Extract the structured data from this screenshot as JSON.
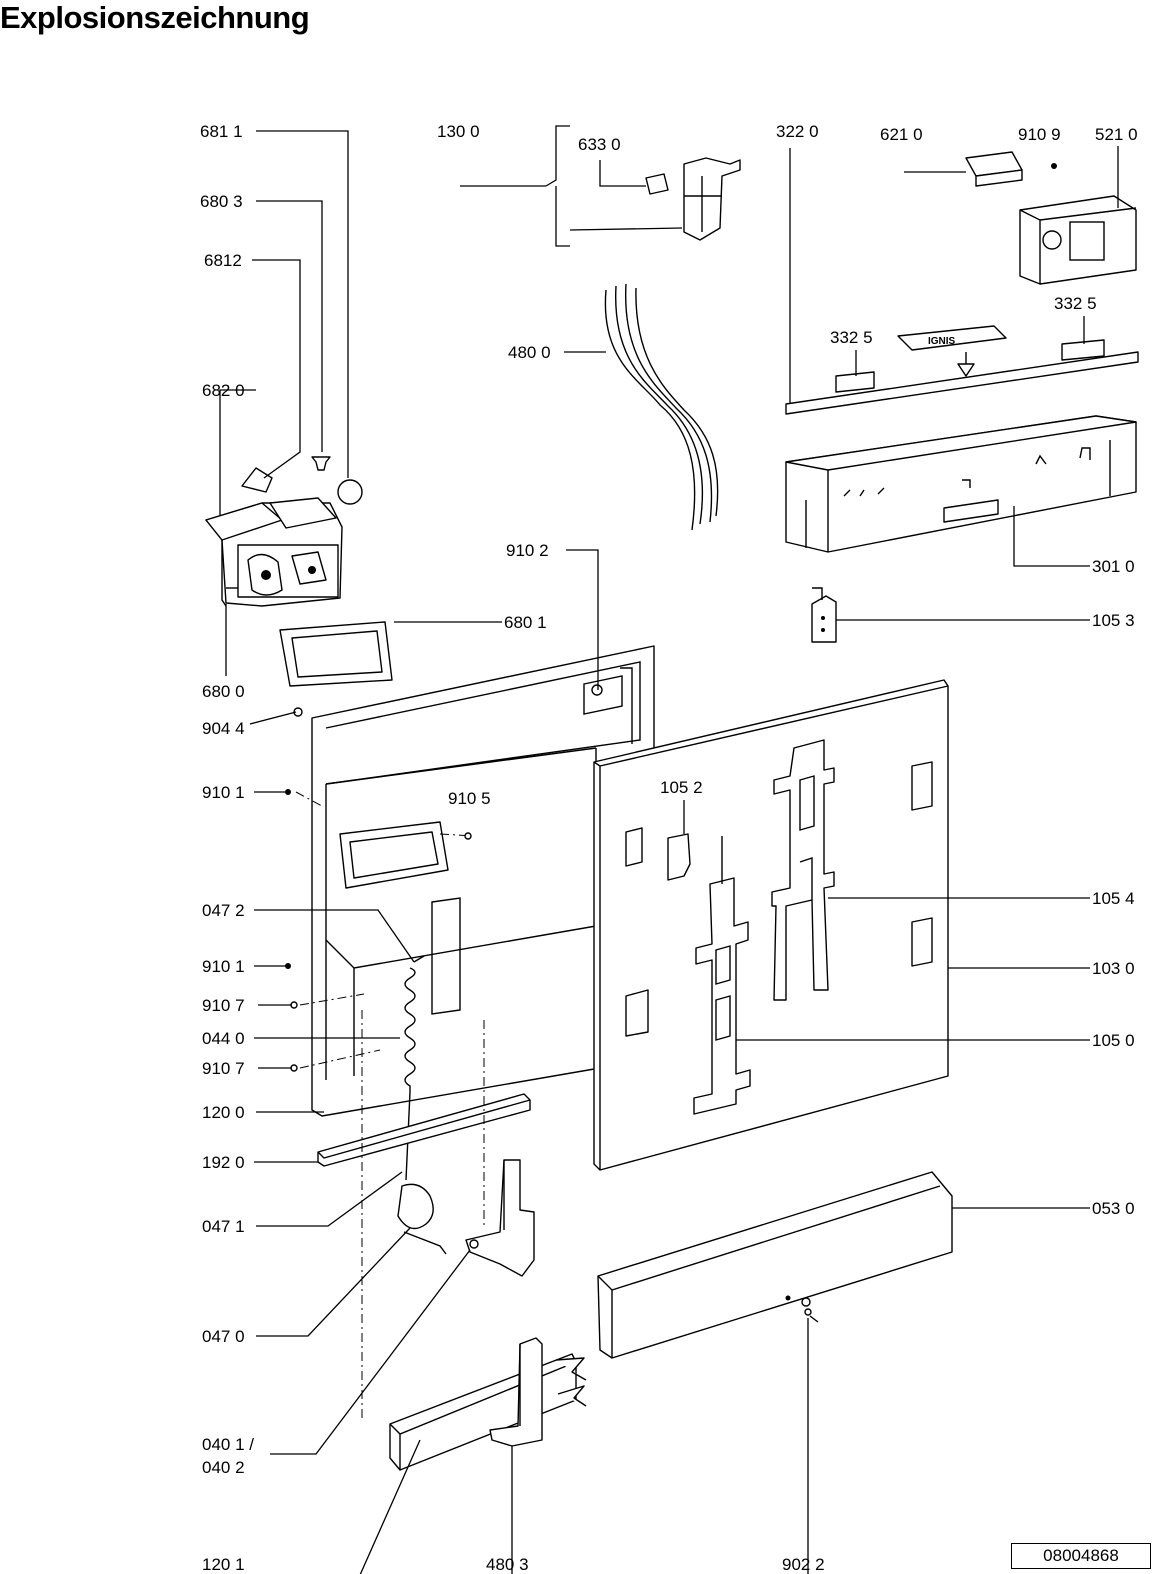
{
  "title": "Explosionszeichnung",
  "document_number": "08004868",
  "brand_label": "IGNIS",
  "parts": {
    "p6811": "681 1",
    "p6803": "680 3",
    "p6812": "6812",
    "p6820": "682 0",
    "p6800": "680 0",
    "p6801": "680 1",
    "p9044": "904 4",
    "p9101a": "910 1",
    "p9105": "910 5",
    "p0472": "047 2",
    "p9101b": "910 1",
    "p9107a": "910 7",
    "p0440": "044 0",
    "p9107b": "910 7",
    "p1200": "120 0",
    "p1920": "192 0",
    "p0471": "047 1",
    "p0470": "047 0",
    "p0401": "040 1 /",
    "p0402": "040 2",
    "p1201": "120 1",
    "p4803": "480 3",
    "p9022": "902 2",
    "p1300": "130 0",
    "p6330": "633 0",
    "p4800": "480 0",
    "p9102": "910 2",
    "p3220": "322  0",
    "p6210": "621 0",
    "p9109": "910 9",
    "p5210": "521 0",
    "p3325a": "332  5",
    "p3325b": "332  5",
    "p3010": "301 0",
    "p1053": "105 3",
    "p1052": "105 2",
    "p1054": "105 4",
    "p1030": "103 0",
    "p1050": "105 0",
    "p0530": "053 0"
  }
}
